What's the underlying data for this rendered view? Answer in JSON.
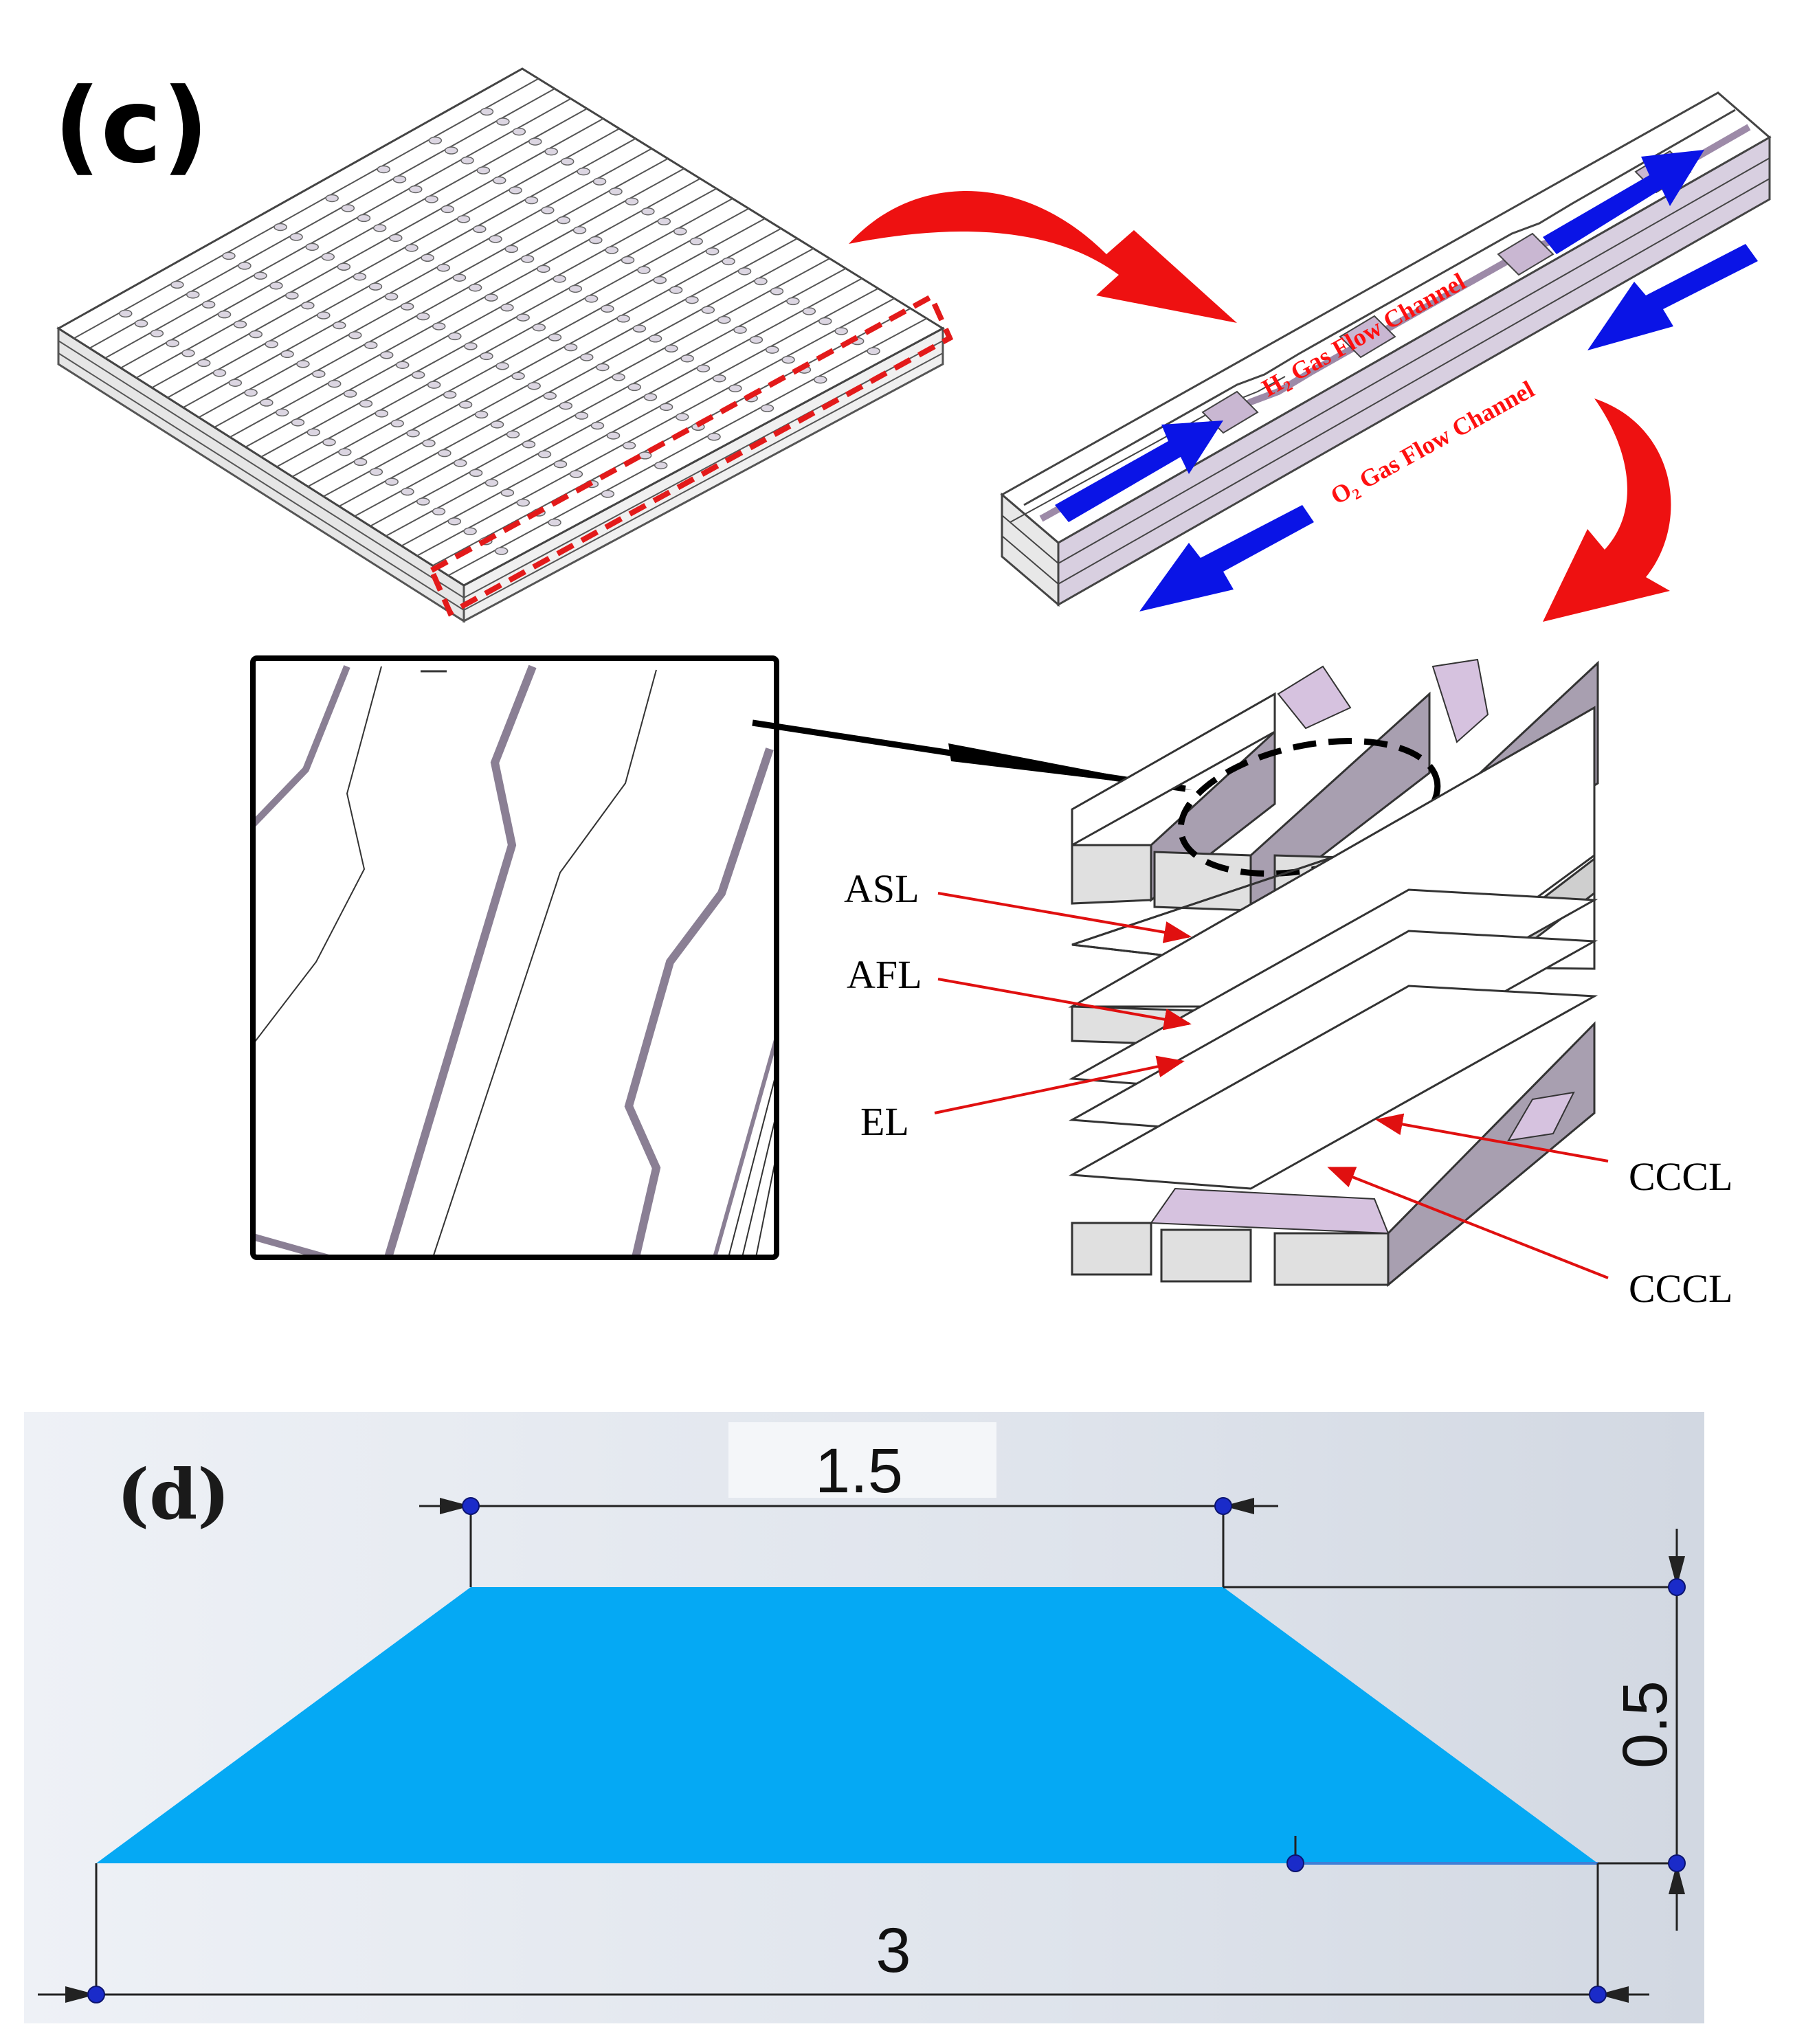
{
  "panel_c": {
    "label": "(c)",
    "channel_labels": {
      "h2": "H₂ Gas Flow Channel",
      "o2": "O₂ Gas Flow Channel"
    },
    "layers": {
      "asl": "ASL",
      "afl": "AFL",
      "el": "EL",
      "cccl_1": "CCCL",
      "cccl_2": "CCCL"
    },
    "colors": {
      "flow_arrow": "#0a14e6",
      "transition_arrow": "#ee1111",
      "channel_wall": "#c9b7d2",
      "rib_face": "#dedede",
      "highlight_box": "#e31a1a"
    }
  },
  "panel_d": {
    "label": "(d)",
    "dimensions": {
      "top_width": "1.5",
      "height": "0.5",
      "bottom_width": "3"
    },
    "colors": {
      "trapezoid_fill": "#05a9f4",
      "dimension_point": "#1a2bc9"
    }
  }
}
